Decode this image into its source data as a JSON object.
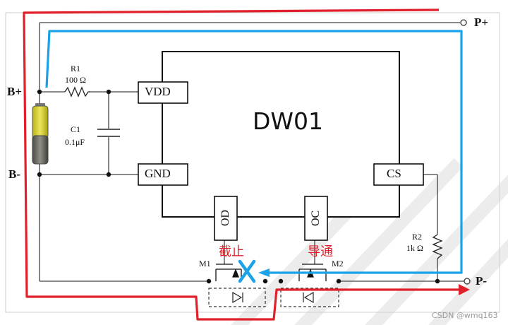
{
  "chip": {
    "name": "DW01",
    "pins": {
      "vdd": "VDD",
      "gnd": "GND",
      "cs": "CS",
      "od": "OD",
      "oc": "OC"
    }
  },
  "terminals": {
    "p_plus": "P+",
    "p_minus": "P-",
    "b_plus": "B+",
    "b_minus": "B-"
  },
  "components": {
    "r1": {
      "name": "R1",
      "value": "100 Ω"
    },
    "c1": {
      "name": "C1",
      "value": "0.1μF"
    },
    "r2": {
      "name": "R2",
      "value": "1k Ω"
    },
    "m1": {
      "name": "M1"
    },
    "m2": {
      "name": "M2"
    }
  },
  "annotations": {
    "m1_state": "截止",
    "m2_state": "导通"
  },
  "colors": {
    "red_path": "#e0202a",
    "blue_path": "#1aa3e8",
    "wire": "#444444",
    "battery_top": "#d6d02a",
    "battery_body": "#6f6f66"
  },
  "watermark": "CSDN @wmq163"
}
